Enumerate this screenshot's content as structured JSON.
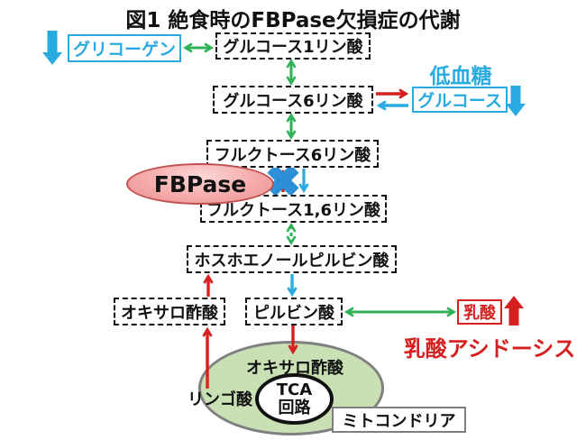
{
  "title": "図1 絶食時のFBPase欠損症の代謝",
  "nodes": {
    "glycogen": "グリコーゲン",
    "glucose_1_phosphate": "グルコース1リン酸",
    "glucose_6_phosphate": "グルコース6リン酸",
    "glucose": "グルコース",
    "fructose_6_phosphate": "フルクトース6リン酸",
    "fbpase_enzyme": "FBPase",
    "fructose_1_6_phosphate": "フルクトース1,6リン酸",
    "phosphoenolpyruvate": "ホスホエノールピルビン酸",
    "oxaloacetate_cytosol": "オキサロ酢酸",
    "pyruvate": "ピルビン酸",
    "lactate": "乳酸",
    "oxaloacetate_mitochondria": "オキサロ酢酸",
    "tca_line1": "TCA",
    "tca_line2": "回路",
    "malate": "リンゴ酸",
    "mitochondria": "ミトコンドリア"
  },
  "annotations": {
    "hypoglycemia": "低血糖",
    "lactic_acidosis": "乳酸アシドーシス"
  },
  "icons": {
    "glycogen_decrease": "down-block-arrow",
    "glucose_decrease": "down-block-arrow",
    "lactate_increase": "up-block-arrow",
    "fbpase_blocked": "blue-cross-mark"
  },
  "colors": {
    "cyan": "#29abe2",
    "green": "#2eb157",
    "red": "#d62020",
    "pink_fill": "#f5abab",
    "pink_border": "#c0504d",
    "mitochondria_fill": "#c9e0b4",
    "gray_border": "#7f7f7f",
    "cross_blue": "#2d8fd5",
    "text_black": "#111111"
  }
}
